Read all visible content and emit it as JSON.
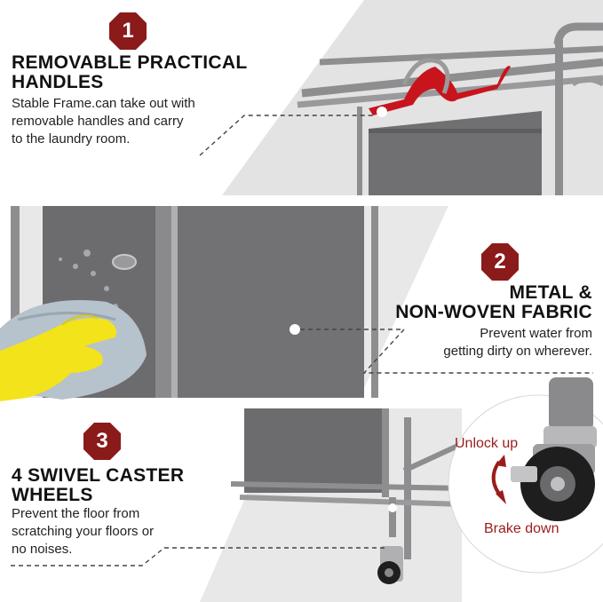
{
  "sections": [
    {
      "number": "1",
      "title_line1": "REMOVABLE PRACTICAL",
      "title_line2": "HANDLES",
      "desc_line1": "Stable Frame.can take out with",
      "desc_line2": "removable handles and carry",
      "desc_line3": "to the laundry room."
    },
    {
      "number": "2",
      "title_line1": "METAL &",
      "title_line2": "NON-WOVEN FABRIC",
      "desc_line1": "Prevent water from",
      "desc_line2": "getting dirty on wherever."
    },
    {
      "number": "3",
      "title_line1": "4 SWIVEL CASTER",
      "title_line2": "WHEELS",
      "desc_line1": "Prevent the floor from",
      "desc_line2": "scratching your floors or",
      "desc_line3": "no noises."
    }
  ],
  "wheel_labels": {
    "unlock": "Unlock up",
    "brake": "Brake down"
  },
  "colors": {
    "badge": "#8b1a1a",
    "handle": "#c8141c",
    "frame": "#8e8e90",
    "fabric": "#6e6e70",
    "glove": "#f2e31a",
    "panel_bg": "#e6e6e6"
  }
}
